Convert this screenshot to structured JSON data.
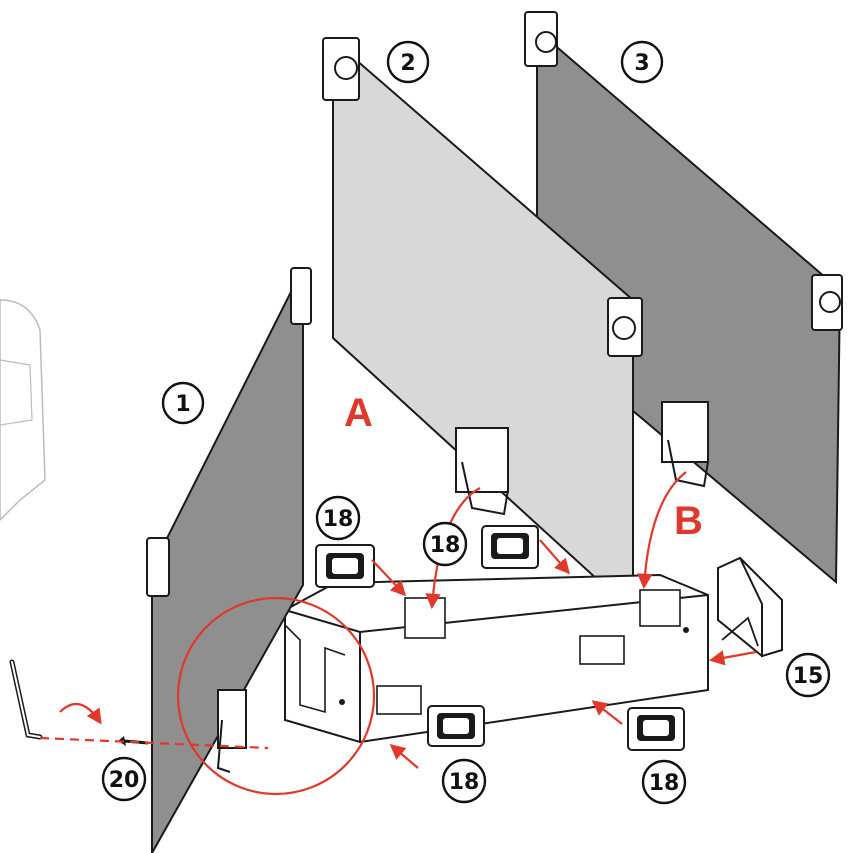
{
  "diagram": {
    "colors": {
      "panel_dark": "#8f8f8f",
      "panel_darker": "#707070",
      "panel_light": "#d8d8d8",
      "outline": "#1a1a1a",
      "accent": "#e0382b",
      "base_fill": "#ffffff"
    },
    "letters": {
      "a": "A",
      "b": "B"
    },
    "callouts": {
      "panel_1": "1",
      "panel_2": "2",
      "panel_3": "3",
      "clip_left_top": "18",
      "clip_center": "18",
      "clip_front_left": "18",
      "clip_front_right": "18",
      "end_cap": "15",
      "hex_key": "20"
    }
  }
}
